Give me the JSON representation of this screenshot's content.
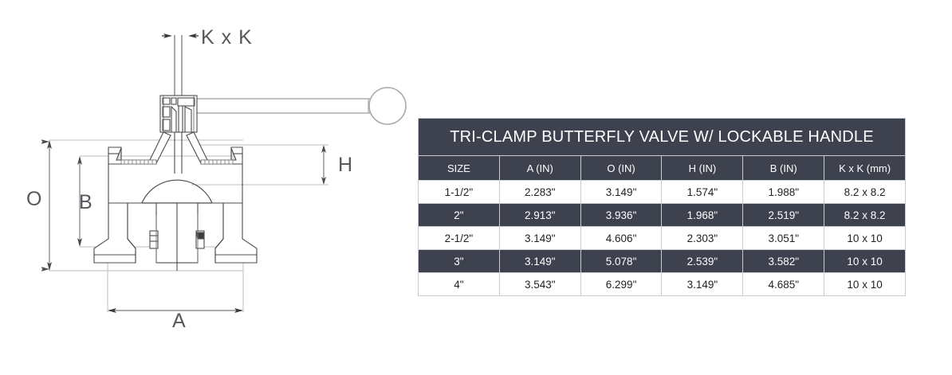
{
  "drawing": {
    "labels": {
      "kxk": "K x K",
      "o": "O",
      "b": "B",
      "h": "H",
      "a": "A"
    }
  },
  "table": {
    "title": "TRI-CLAMP BUTTERFLY VALVE W/ LOCKABLE HANDLE",
    "columns": [
      "SIZE",
      "A (IN)",
      "O (IN)",
      "H (IN)",
      "B (IN)",
      "K x K (mm)"
    ],
    "rows": [
      [
        "1-1/2\"",
        "2.283\"",
        "3.149\"",
        "1.574\"",
        "1.988\"",
        "8.2 x 8.2"
      ],
      [
        "2\"",
        "2.913\"",
        "3.936\"",
        "1.968\"",
        "2.519\"",
        "8.2 x 8.2"
      ],
      [
        "2-1/2\"",
        "3.149\"",
        "4.606\"",
        "2.303\"",
        "3.051\"",
        "10 x 10"
      ],
      [
        "3\"",
        "3.149\"",
        "5.078\"",
        "2.539\"",
        "3.582\"",
        "10 x 10"
      ],
      [
        "4\"",
        "3.543\"",
        "6.299\"",
        "3.149\"",
        "4.685\"",
        "10 x 10"
      ]
    ],
    "colors": {
      "header_bg": "#3e424e",
      "header_text": "#ffffff",
      "row_light_bg": "#ffffff",
      "row_light_text": "#231f20",
      "row_dark_bg": "#3e424e",
      "row_dark_text": "#ffffff",
      "border": "#c9ccd2"
    }
  }
}
